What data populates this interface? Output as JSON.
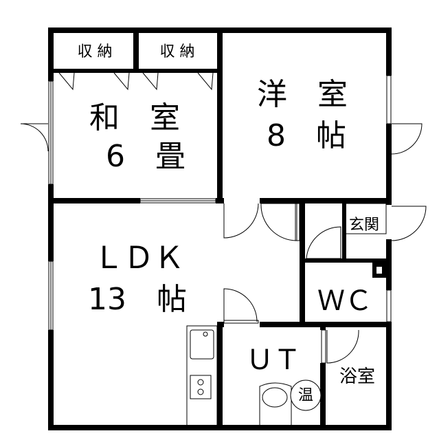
{
  "rooms": {
    "storage1": "収 納",
    "storage2": "収 納",
    "washitsu_name": "和　室",
    "washitsu_size": "6　畳",
    "youshitsu_name": "洋　室",
    "youshitsu_size": "8　帖",
    "ldk_name": "ＬＤＫ",
    "ldk_size": "13　帖",
    "genkan": "玄関",
    "wc": "ＷＣ",
    "ut": "ＵＴ",
    "bath": "浴室",
    "water_heater": "温"
  }
}
